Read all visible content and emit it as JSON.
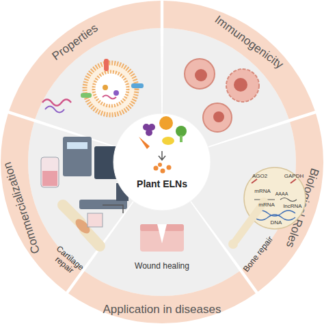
{
  "diagram": {
    "nodes": [
      {
        "text": [
          "Properties"
        ]
      },
      {
        "text": [
          "Immunogenicity"
        ]
      },
      {
        "text": [
          "Biological Roles"
        ]
      },
      {
        "text": [
          "Application in diseases"
        ]
      },
      {
        "text": [
          "Commercialization"
        ]
      },
      {
        "text": [
          "Plant ELNs"
        ]
      }
    ],
    "labels": [
      "Cartilage repair",
      "Wound healing",
      "Bone repair",
      "AGO2",
      "GAPDH",
      "mRNA",
      "AAAA",
      "mRNA",
      "lncRNA",
      "DNA"
    ]
  }
}
